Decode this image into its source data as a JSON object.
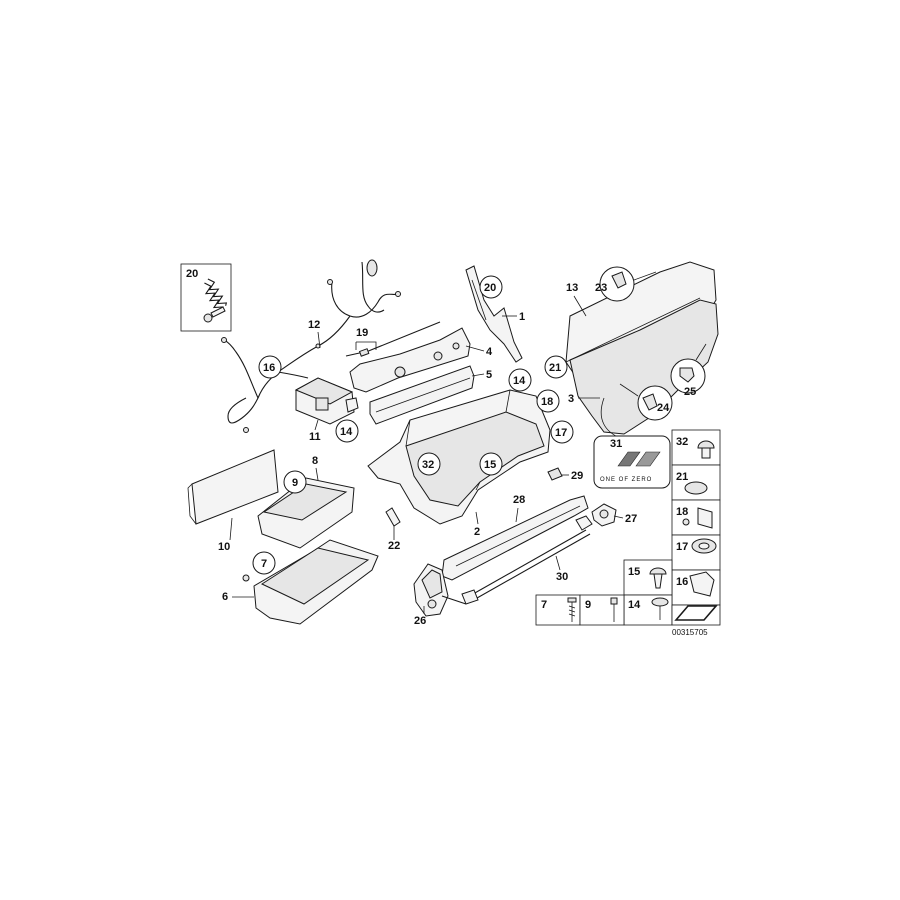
{
  "callouts": {
    "c1": "1",
    "c2": "2",
    "c3": "3",
    "c4": "4",
    "c5": "5",
    "c6": "6",
    "c7": "7",
    "c8": "8",
    "c9": "9",
    "c10": "10",
    "c11": "11",
    "c12": "12",
    "c13": "13",
    "c14a": "14",
    "c14b": "14",
    "c15": "15",
    "c16": "16",
    "c17": "17",
    "c18": "18",
    "c19": "19",
    "c20a": "20",
    "c20b": "20",
    "c21": "21",
    "c22": "22",
    "c23": "23",
    "c24": "24",
    "c25": "25",
    "c26": "26",
    "c27": "27",
    "c28": "28",
    "c29": "29",
    "c30": "30",
    "c31": "31",
    "c32": "32"
  },
  "emblem": {
    "line1": "ONE OF ZERO"
  },
  "small_parts_grid": {
    "r1": "32",
    "r2": "21",
    "r3a": "18",
    "r3b": "17",
    "r4a": "15",
    "r4b": "16",
    "r5a": "7",
    "r5b": "9",
    "r5c": "14"
  },
  "reference_number": "00315705"
}
